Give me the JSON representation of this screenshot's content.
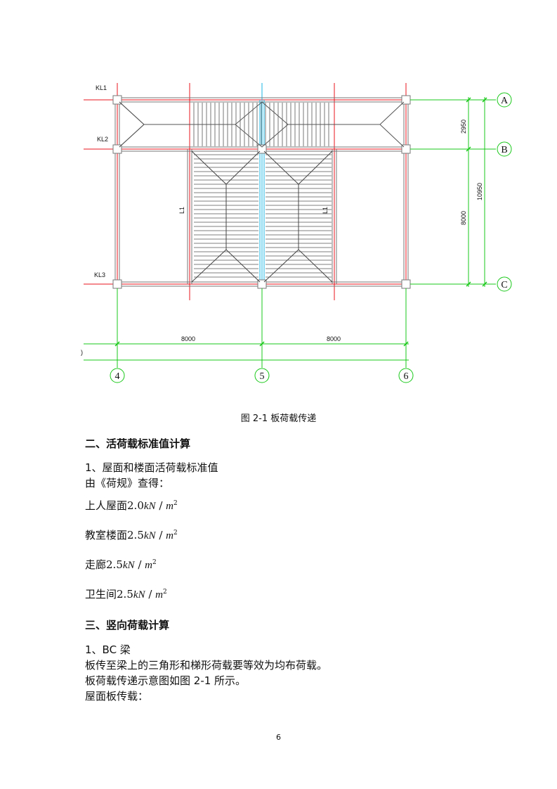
{
  "figure": {
    "beam_labels": [
      "KL1",
      "KL2",
      "KL3"
    ],
    "member_labels": [
      "L1",
      "L1"
    ],
    "dim_vertical": [
      "2950",
      "8000",
      "10950"
    ],
    "dim_horizontal": [
      "8000",
      "8000"
    ],
    "left_edge_fragment": ")",
    "axes_right": [
      "A",
      "B",
      "C"
    ],
    "axes_bottom": [
      "4",
      "5",
      "6"
    ],
    "caption": "图 2-1  板荷载传递"
  },
  "section2": {
    "heading": "二、活荷载标准值计算",
    "sub1": "1、屋面和楼面活荷载标准值",
    "intro": "由《荷规》查得：",
    "items": [
      {
        "label": "上人屋面",
        "value": "2.0"
      },
      {
        "label": "教室楼面",
        "value": "2.5"
      },
      {
        "label": "走廊",
        "value": "2.5"
      },
      {
        "label": "卫生间",
        "value": "2.5"
      }
    ],
    "unit_kn": "kN",
    "unit_sep": " / ",
    "unit_m": "m",
    "unit_exp": "2"
  },
  "section3": {
    "heading": "三、竖向荷载计算",
    "sub1": "1、BC 梁",
    "lines": [
      "板传至梁上的三角形和梯形荷载要等效为均布荷载。",
      "板荷载传递示意图如图 2-1 所示。",
      "屋面板传载："
    ]
  },
  "page_number": "6",
  "colors": {
    "grid_red": "#e8141c",
    "dim_green": "#19c819",
    "center_cyan": "#17b4e6",
    "beam_gray": "#888888"
  }
}
